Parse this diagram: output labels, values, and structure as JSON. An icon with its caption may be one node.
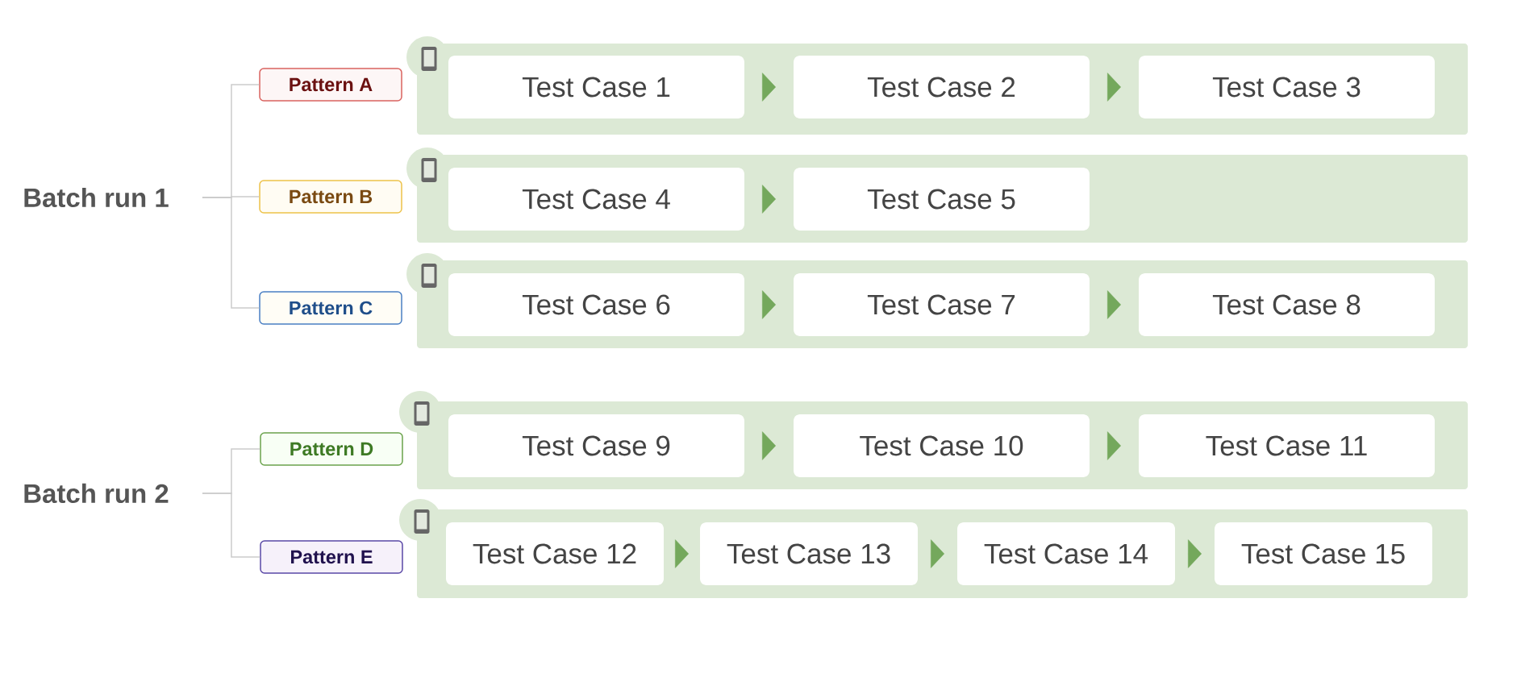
{
  "diagram": {
    "nodes": [
      {
        "text": [
          "Batch run 1"
        ]
      },
      {
        "text": [
          "Pattern A"
        ]
      },
      {
        "text": [
          "Pattern B"
        ]
      },
      {
        "text": [
          "Pattern C"
        ]
      },
      {
        "text": [
          "Batch run 2"
        ]
      },
      {
        "text": [
          "Pattern D"
        ]
      },
      {
        "text": [
          "Pattern E"
        ]
      },
      {
        "text": [],
        "shape": "band"
      },
      {
        "text": [
          "Test Case 1"
        ],
        "in": 7
      },
      {
        "text": [
          "Test Case 2"
        ],
        "in": 7
      },
      {
        "text": [
          "Test Case 3"
        ],
        "in": 7
      },
      {
        "text": [],
        "shape": "band"
      },
      {
        "text": [
          "Test Case 4"
        ],
        "in": 11
      },
      {
        "text": [
          "Test Case 5"
        ],
        "in": 11
      },
      {
        "text": [],
        "shape": "band"
      },
      {
        "text": [
          "Test Case 6"
        ],
        "in": 14
      },
      {
        "text": [
          "Test Case 7"
        ],
        "in": 14
      },
      {
        "text": [
          "Test Case 8"
        ],
        "in": 14
      },
      {
        "text": [],
        "shape": "band"
      },
      {
        "text": [
          "Test Case 9"
        ],
        "in": 18
      },
      {
        "text": [
          "Test Case 10"
        ],
        "in": 18
      },
      {
        "text": [
          "Test Case 11"
        ],
        "in": 18
      },
      {
        "text": [],
        "shape": "band"
      },
      {
        "text": [
          "Test Case 12"
        ],
        "in": 22
      },
      {
        "text": [
          "Test Case 13"
        ],
        "in": 22
      },
      {
        "text": [
          "Test Case 14"
        ],
        "in": 22
      },
      {
        "text": [
          "Test Case 15"
        ],
        "in": 22
      }
    ],
    "edges": [
      {
        "from": 0,
        "to": 1,
        "arrow": "none",
        "color": "#cccccc"
      },
      {
        "from": 0,
        "to": 2,
        "arrow": "none",
        "color": "#cccccc"
      },
      {
        "from": 0,
        "to": 3,
        "arrow": "none",
        "color": "#cccccc"
      },
      {
        "from": 4,
        "to": 5,
        "arrow": "none",
        "color": "#cccccc"
      },
      {
        "from": 4,
        "to": 6,
        "arrow": "none",
        "color": "#cccccc"
      },
      {
        "from": 8,
        "to": 9,
        "arrow": "to"
      },
      {
        "from": 9,
        "to": 10,
        "arrow": "to"
      },
      {
        "from": 12,
        "to": 13,
        "arrow": "to"
      },
      {
        "from": 15,
        "to": 16,
        "arrow": "to"
      },
      {
        "from": 16,
        "to": 17,
        "arrow": "to"
      },
      {
        "from": 19,
        "to": 20,
        "arrow": "to"
      },
      {
        "from": 20,
        "to": 21,
        "arrow": "to"
      },
      {
        "from": 23,
        "to": 24,
        "arrow": "to"
      },
      {
        "from": 24,
        "to": 25,
        "arrow": "to"
      },
      {
        "from": 25,
        "to": 26,
        "arrow": "to"
      }
    ]
  }
}
